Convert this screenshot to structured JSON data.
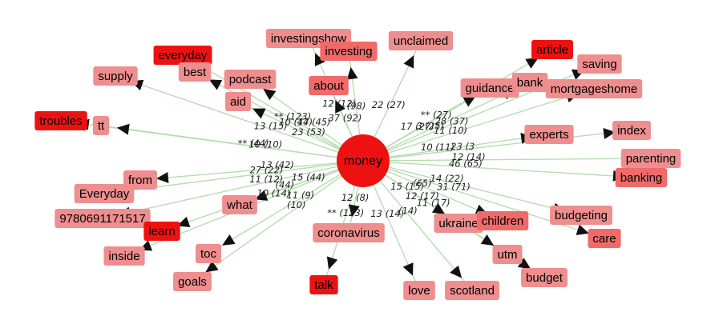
{
  "graph": {
    "hub": "money",
    "colors": {
      "hub": "#ee1111",
      "strong": "#ee1111",
      "medium": "#f06a6a",
      "light": "#ef8e8e",
      "edge": "#b6ddb0"
    },
    "nodes": [
      {
        "id": "investingshow",
        "label": "investingshow",
        "tone": "light"
      },
      {
        "id": "investing",
        "label": "investing",
        "tone": "medium"
      },
      {
        "id": "unclaimed",
        "label": "unclaimed",
        "tone": "light"
      },
      {
        "id": "everyday",
        "label": "everyday",
        "tone": "strong"
      },
      {
        "id": "best",
        "label": "best",
        "tone": "light"
      },
      {
        "id": "supply",
        "label": "supply",
        "tone": "light"
      },
      {
        "id": "podcast",
        "label": "podcast",
        "tone": "light"
      },
      {
        "id": "aid",
        "label": "aid",
        "tone": "light"
      },
      {
        "id": "about",
        "label": "about",
        "tone": "medium"
      },
      {
        "id": "troubles",
        "label": "troubles",
        "tone": "strong"
      },
      {
        "id": "tt",
        "label": "tt",
        "tone": "light"
      },
      {
        "id": "article",
        "label": "article",
        "tone": "strong"
      },
      {
        "id": "saving",
        "label": "saving",
        "tone": "light"
      },
      {
        "id": "guidance",
        "label": "guidance",
        "tone": "light"
      },
      {
        "id": "bank",
        "label": "bank",
        "tone": "light"
      },
      {
        "id": "mortgageshome",
        "label": "mortgageshome",
        "tone": "light"
      },
      {
        "id": "experts",
        "label": "experts",
        "tone": "light"
      },
      {
        "id": "index",
        "label": "index",
        "tone": "light"
      },
      {
        "id": "parenting",
        "label": "parenting",
        "tone": "light"
      },
      {
        "id": "banking",
        "label": "banking",
        "tone": "medium"
      },
      {
        "id": "from",
        "label": "from",
        "tone": "light"
      },
      {
        "id": "Everyday",
        "label": "Everyday",
        "tone": "light"
      },
      {
        "id": "what",
        "label": "what",
        "tone": "light"
      },
      {
        "id": "isbn",
        "label": "9780691171517",
        "tone": "light"
      },
      {
        "id": "learn",
        "label": "learn",
        "tone": "strong"
      },
      {
        "id": "inside",
        "label": "inside",
        "tone": "light"
      },
      {
        "id": "toc",
        "label": "toc",
        "tone": "light"
      },
      {
        "id": "goals",
        "label": "goals",
        "tone": "light"
      },
      {
        "id": "coronavirus",
        "label": "coronavirus",
        "tone": "light"
      },
      {
        "id": "talk",
        "label": "talk",
        "tone": "strong"
      },
      {
        "id": "love",
        "label": "love",
        "tone": "light"
      },
      {
        "id": "scotland",
        "label": "scotland",
        "tone": "light"
      },
      {
        "id": "ukraine",
        "label": "ukraine",
        "tone": "light"
      },
      {
        "id": "children",
        "label": "children",
        "tone": "medium"
      },
      {
        "id": "utm",
        "label": "utm",
        "tone": "light"
      },
      {
        "id": "budget",
        "label": "budget",
        "tone": "light"
      },
      {
        "id": "budgeting",
        "label": "budgeting",
        "tone": "light"
      },
      {
        "id": "care",
        "label": "care",
        "tone": "medium"
      }
    ],
    "edges": [
      {
        "to": "investingshow",
        "label": "12 (12)"
      },
      {
        "to": "investing",
        "label": "(98)"
      },
      {
        "to": "unclaimed",
        "label": "22 (27)"
      },
      {
        "to": "everyday",
        "label": "** (123)"
      },
      {
        "to": "best",
        "label": "10 (17)"
      },
      {
        "to": "podcast",
        "label": "44 (45)"
      },
      {
        "to": "aid",
        "label": "23 (53)"
      },
      {
        "to": "about",
        "label": "37 (92)"
      },
      {
        "to": "troubles",
        "label": "** (44)"
      },
      {
        "to": "tt",
        "label": "10 (10)"
      },
      {
        "to": "supply",
        "label": "13 (15)"
      },
      {
        "to": "article",
        "label": "** (27)"
      },
      {
        "to": "saving",
        "label": "28 (37)"
      },
      {
        "to": "guidance",
        "label": "17 (27)"
      },
      {
        "to": "bank",
        "label": "3 (25)"
      },
      {
        "to": "mortgageshome",
        "label": "11 (10)"
      },
      {
        "to": "experts",
        "label": "10 (11)"
      },
      {
        "to": "index",
        "label": "23 (3"
      },
      {
        "to": "parenting",
        "label": "12 (14)"
      },
      {
        "to": "banking",
        "label": "46 (65)"
      },
      {
        "to": "from",
        "label": "13 (42)"
      },
      {
        "to": "Everyday",
        "label": "27 (22)"
      },
      {
        "to": "what",
        "label": "15 (44)"
      },
      {
        "to": "isbn",
        "label": "11 (12)"
      },
      {
        "to": "learn",
        "label": "(44)"
      },
      {
        "to": "inside",
        "label": "10 (14)"
      },
      {
        "to": "toc",
        "label": "11 (9)"
      },
      {
        "to": "goals",
        "label": "(10)"
      },
      {
        "to": "coronavirus",
        "label": "12 (8)"
      },
      {
        "to": "talk",
        "label": "** (123)"
      },
      {
        "to": "love",
        "label": "13 (14)"
      },
      {
        "to": "scotland",
        "label": "(14)"
      },
      {
        "to": "ukraine",
        "label": "15 (15)"
      },
      {
        "to": "children",
        "label": "(65)"
      },
      {
        "to": "utm",
        "label": "12 (17)"
      },
      {
        "to": "budget",
        "label": "11 (17)"
      },
      {
        "to": "budgeting",
        "label": "14 (22)"
      },
      {
        "to": "care",
        "label": "31 (71)"
      }
    ]
  }
}
